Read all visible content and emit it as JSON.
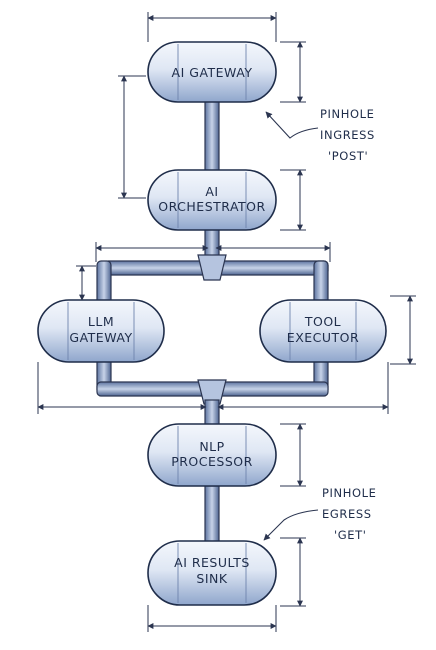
{
  "nodes": {
    "ai_gateway": {
      "label": "AI GATEWAY"
    },
    "ai_orchestrator": {
      "line1": "AI",
      "line2": "ORCHESTRATOR"
    },
    "llm_gateway": {
      "line1": "LLM",
      "line2": "GATEWAY"
    },
    "tool_executor": {
      "line1": "TOOL",
      "line2": "EXECUTOR"
    },
    "nlp_processor": {
      "line1": "NLP",
      "line2": "PROCESSOR"
    },
    "ai_results_sink": {
      "line1": "AI RESULTS",
      "line2": "SINK"
    }
  },
  "annotations": {
    "ingress": {
      "line1": "PINHOLE",
      "line2": "INGRESS",
      "line3": "'POST'"
    },
    "egress": {
      "line1": "PINHOLE",
      "line2": "EGRESS",
      "line3": "'GET'"
    }
  },
  "colors": {
    "ink": "#1f2d4a",
    "tank_fill": "#e3ebf6",
    "tank_shade": "#9db1d3",
    "pipe_fill": "#7f95bd",
    "dim_line": "#2b3550"
  }
}
